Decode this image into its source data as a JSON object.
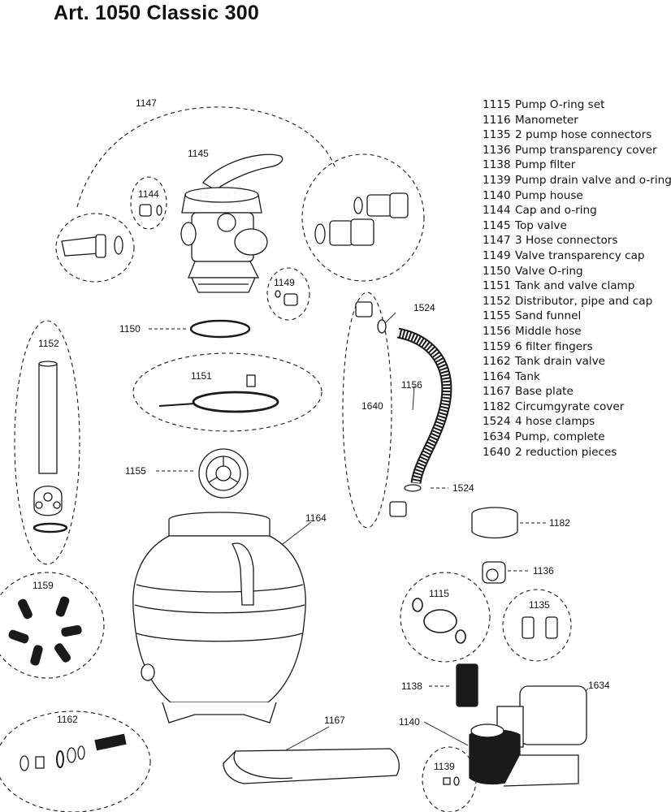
{
  "title": "Art. 1050  Classic 300",
  "parts": [
    {
      "code": "1115",
      "name": "Pump O-ring set"
    },
    {
      "code": "1116",
      "name": "Manometer"
    },
    {
      "code": "1135",
      "name": "2 pump hose connectors"
    },
    {
      "code": "1136",
      "name": "Pump transparency cover"
    },
    {
      "code": "1138",
      "name": "Pump filter"
    },
    {
      "code": "1139",
      "name": "Pump drain valve and o-ring"
    },
    {
      "code": "1140",
      "name": "Pump house"
    },
    {
      "code": "1144",
      "name": "Cap and o-ring"
    },
    {
      "code": "1145",
      "name": "Top valve"
    },
    {
      "code": "1147",
      "name": "3 Hose connectors"
    },
    {
      "code": "1149",
      "name": "Valve transparency cap"
    },
    {
      "code": "1150",
      "name": "Valve O-ring"
    },
    {
      "code": "1151",
      "name": "Tank and valve clamp"
    },
    {
      "code": "1152",
      "name": "Distributor, pipe and cap"
    },
    {
      "code": "1155",
      "name": "Sand funnel"
    },
    {
      "code": "1156",
      "name": "Middle hose"
    },
    {
      "code": "1159",
      "name": "6 filter fingers"
    },
    {
      "code": "1162",
      "name": "Tank drain valve"
    },
    {
      "code": "1164",
      "name": "Tank"
    },
    {
      "code": "1167",
      "name": "Base plate"
    },
    {
      "code": "1182",
      "name": "Circumgyrate cover"
    },
    {
      "code": "1524",
      "name": "4 hose clamps"
    },
    {
      "code": "1634",
      "name": "Pump, complete"
    },
    {
      "code": "1640",
      "name": "2 reduction pieces"
    }
  ],
  "callouts": {
    "c1147": "1147",
    "c1145": "1145",
    "c1144": "1144",
    "c1149": "1149",
    "c1150": "1150",
    "c1152": "1152",
    "c1151": "1151",
    "c1155": "1155",
    "c1164": "1164",
    "c1524a": "1524",
    "c1156": "1156",
    "c1640": "1640",
    "c1524b": "1524",
    "c1182": "1182",
    "c1136": "1136",
    "c1115": "1115",
    "c1135": "1135",
    "c1159": "1159",
    "c1138": "1138",
    "c1634": "1634",
    "c1162": "1162",
    "c1167": "1167",
    "c1140": "1140",
    "c1139": "1139"
  }
}
